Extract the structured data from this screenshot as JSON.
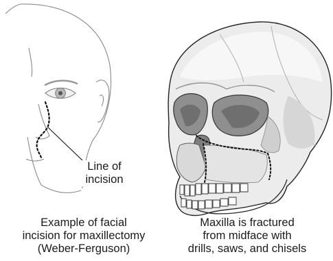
{
  "figure": {
    "left_panel": {
      "callout_lines": [
        "Line of",
        "incision"
      ],
      "caption_lines": [
        "Example of facial",
        "incision for maxillectomy",
        "(Weber-Ferguson)"
      ]
    },
    "right_panel": {
      "caption_lines": [
        "Maxilla is fractured",
        "from midface with",
        "drills, saws, and chisels"
      ]
    }
  },
  "colors": {
    "line": "#555555",
    "bone_fill": "#ededed",
    "bone_shadow": "#b5b5b5",
    "socket_dark": "#8c8c8c",
    "dotted_line": "#111111"
  }
}
